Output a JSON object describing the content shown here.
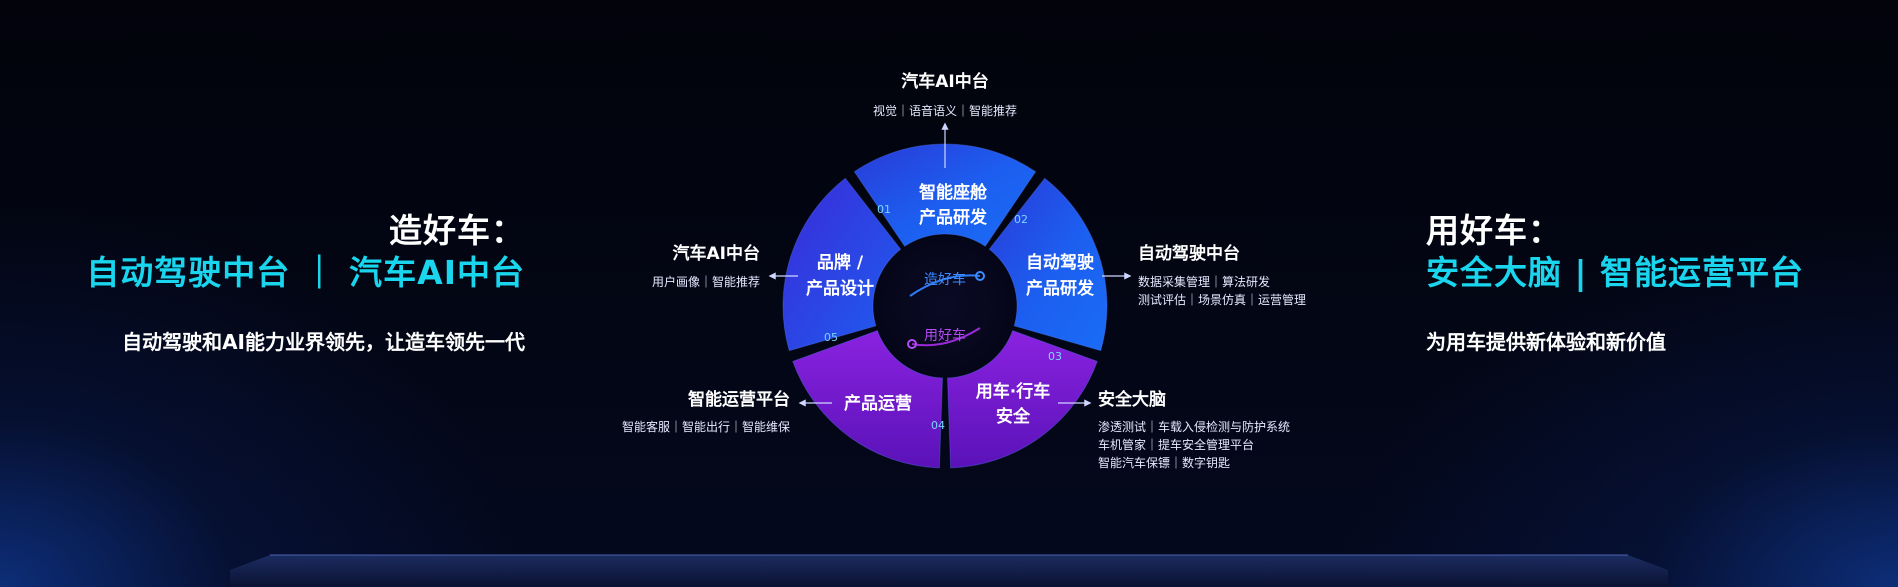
{
  "left": {
    "title": "造好车：",
    "subtitle": "自动驾驶中台 ｜ 汽车AI中台",
    "description": "自动驾驶和AI能力业界领先，让造车领先一代"
  },
  "right": {
    "title": "用好车：",
    "subtitle": "安全大脑 | 智能运营平台",
    "description": "为用车提供新体验和新价值"
  },
  "center": {
    "top_label": "造好车",
    "bottom_label": "用好车"
  },
  "segments": [
    {
      "num": "01",
      "lines": [
        "智能座舱",
        "产品研发"
      ]
    },
    {
      "num": "02",
      "lines": [
        "自动驾驶",
        "产品研发"
      ]
    },
    {
      "num": "03",
      "lines": [
        "用车·行车",
        "安全"
      ]
    },
    {
      "num": "04",
      "lines": [
        "产品运营"
      ]
    },
    {
      "num": "05",
      "lines": [
        "品牌 /",
        "产品设计"
      ]
    }
  ],
  "callouts": {
    "top": {
      "title": "汽车AI中台",
      "lines": [
        "视觉｜语音语义｜智能推荐"
      ]
    },
    "upper_left": {
      "title": "汽车AI中台",
      "lines": [
        "用户画像｜智能推荐"
      ]
    },
    "upper_right": {
      "title": "自动驾驶中台",
      "lines": [
        "数据采集管理｜算法研发",
        "测试评估｜场景仿真｜运营管理"
      ]
    },
    "lower_left": {
      "title": "智能运营平台",
      "lines": [
        "智能客服｜智能出行｜智能维保"
      ]
    },
    "lower_right": {
      "title": "安全大脑",
      "lines": [
        "渗透测试｜车载入侵检测与防护系统",
        "车机管家｜提车安全管理平台",
        "智能汽车保镖｜数字钥匙"
      ]
    }
  },
  "colors": {
    "cyan_accent": "#19d6ee",
    "blue_segment": "#1e5cf0",
    "purple_segment": "#7a1ad8",
    "background": "#02040d"
  }
}
